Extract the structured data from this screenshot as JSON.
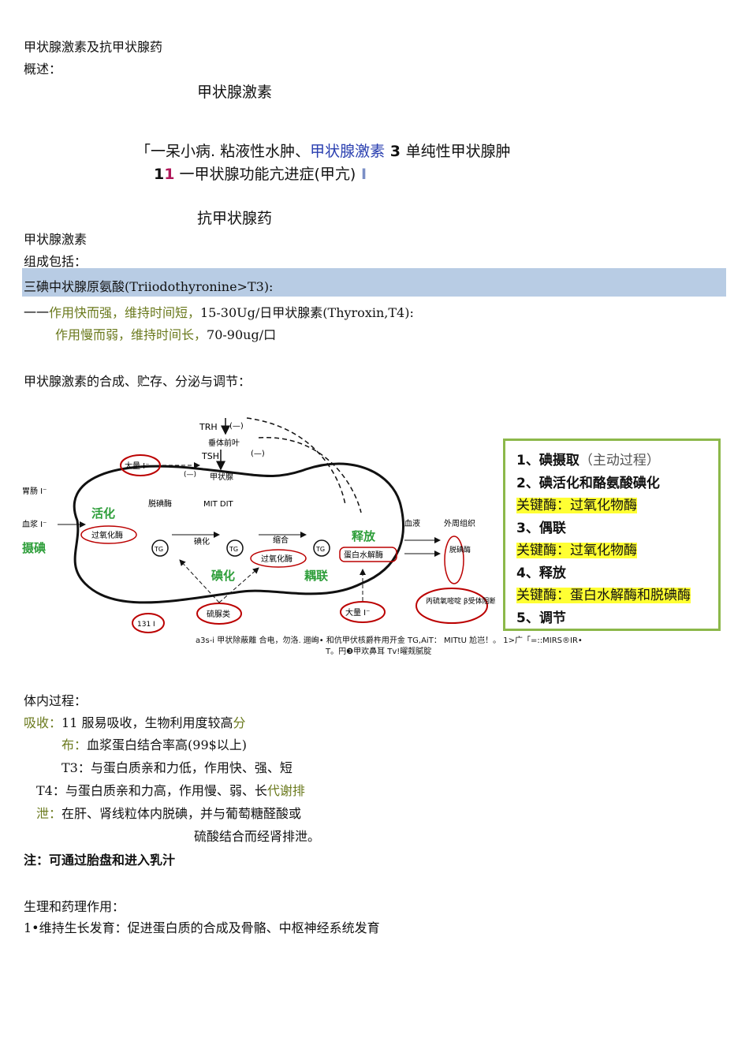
{
  "doc_title": "甲状腺激素及抗甲状腺药",
  "overview_label": "概述：",
  "hormone_center_title": "甲状腺激素",
  "line_a": {
    "prefix": "「一呆小病. 粘液性水肿、",
    "blue": "甲状腺激素",
    "mid": " 3 ",
    "suffix": "单纯性甲状腺肿"
  },
  "line_b": {
    "num_dark": "1",
    "num_pink": "1",
    "text": " 一甲状腺功能亢进症(甲亢)",
    "tail": " I"
  },
  "anti_title": "抗甲状腺药",
  "section_hormone": "甲状腺激素",
  "composition_label": "组成包括：",
  "highlight_row": "三碘中状腺原氨酸(Triiodothyronine>T3):",
  "t3_line": {
    "prefix": "一一",
    "olive": "作用快而强，维持时间短，",
    "rest": "15-30Ug/日甲状腺素(Thyroxin,T4):"
  },
  "t4_line": {
    "olive": "作用慢而弱，维持时间长，",
    "rest": "70-90ug/口"
  },
  "synthesis_heading": "甲状腺激素的合成、贮存、分泌与调节：",
  "diagram": {
    "labels": {
      "trh": "TRH",
      "pituitary": "垂体前叶",
      "tsh": "TSH",
      "thyroid": "甲状腺",
      "neg": "(—)",
      "big_iodine": "大量 I⁻",
      "gut_iodine": "胃肠 I⁻",
      "blood_iodine": "血浆 I⁻",
      "activation": "活化",
      "uptake": "摄碘",
      "deiodinase": "脱碘酶",
      "mit_dit": "MIT DIT",
      "peroxidase": "过氧化酶",
      "iodination": "碘化",
      "coupling": "缩合",
      "iodination2": "碘化",
      "couple2": "耦联",
      "release": "释放",
      "protease": "蛋白水解酶",
      "blood": "血液",
      "tissue": "外周组织",
      "deiod2": "脱碘酶",
      "thiourea": "硫脲类",
      "i131": "131 I",
      "ptu": "丙硫氧嘧啶 β受体阻断药",
      "iodide_big2": "大量 I⁻",
      "plasma": "血浆 I⁻"
    },
    "caption_1": "a3s-i 甲状除蔽離 合电，勿洛. 逦峋• 和伉甲伏核爵杵用开金 TG,AiT： MITtU 尬岂！。 1>广「=::MIRS®IR•",
    "caption_2": "T。円❸甲欢鼻耳 Tv!曜觌腻腚"
  },
  "legend": {
    "l1_bold": "1、碘摄取",
    "l1_muted": "（主动过程）",
    "l2": "2、碘活化和酪氨酸碘化",
    "l3": "关键酶：过氧化物酶",
    "l4": "3、偶联",
    "l5": "关键酶：过氧化物酶",
    "l6": "4、释放",
    "l7": "关键酶：蛋白水解酶和脱碘酶",
    "l8": "5、调节"
  },
  "body_process": "体内过程：",
  "absorb": {
    "olive": "吸收：",
    "text": "11 服易吸收，生物利用度较高",
    "tail": "分"
  },
  "distrib": {
    "olive": "布：",
    "text": "血浆蛋白结合率高(99$以上)"
  },
  "t3_protein": "T3：与蛋白质亲和力低，作用快、强、短",
  "t4_protein": {
    "text": "T4：与蛋白质亲和力高，作用慢、弱、长",
    "olive": "代谢排"
  },
  "excrete": {
    "olive": "泄：",
    "text": "在肝、肾线粒体内脱碘，并与葡萄糖醛酸或"
  },
  "excrete2": "硫酸结合而经肾排泄。",
  "note": "注：可通过胎盘和进入乳汁",
  "pharm_heading": "生理和药理作用：",
  "pharm_1": "1•维持生长发育：促进蛋白质的合成及骨骼、中枢神经系统发育"
}
